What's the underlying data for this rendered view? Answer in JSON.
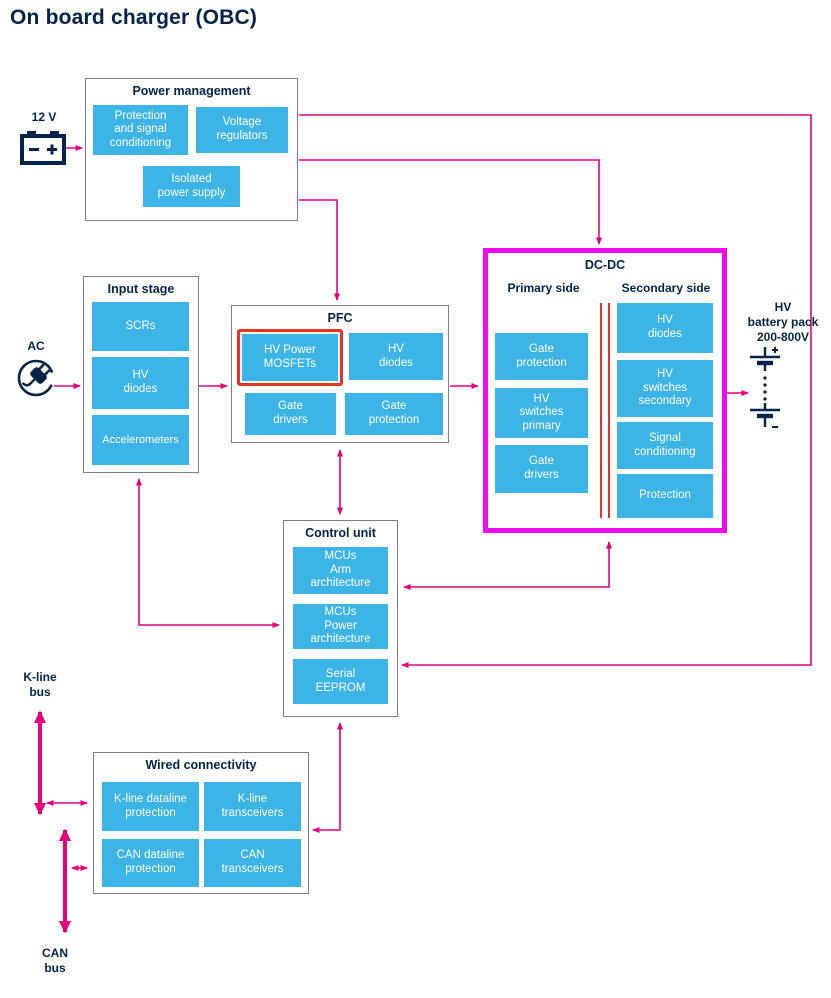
{
  "title": "On board charger (OBC)",
  "colors": {
    "navy": "#03234B",
    "chip_blue": "#3CB4E6",
    "arrow_pink": "#E6007E",
    "dcdc_magenta": "#EE0BEE",
    "highlight_red": "#E63323",
    "box_border_gray": "#7E7E86"
  },
  "externals": {
    "battery_12v": "12 V",
    "ac": "AC",
    "hv_battery": "HV\nbattery pack\n200-800V",
    "kline_bus": "K-line\nbus",
    "can_bus": "CAN\nbus"
  },
  "blocks": {
    "power_management": {
      "title": "Power management",
      "items": [
        {
          "label": "Protection\nand signal\nconditioning"
        },
        {
          "label": "Voltage\nregulators"
        },
        {
          "label": "Isolated\npower supply"
        }
      ]
    },
    "input_stage": {
      "title": "Input stage",
      "items": [
        {
          "label": "SCRs"
        },
        {
          "label": "HV\ndiodes"
        },
        {
          "label": "Accelerometers"
        }
      ]
    },
    "pfc": {
      "title": "PFC",
      "items": [
        {
          "label": "HV Power\nMOSFETs",
          "highlighted": true
        },
        {
          "label": "HV\ndiodes"
        },
        {
          "label": "Gate\ndrivers"
        },
        {
          "label": "Gate\nprotection"
        }
      ]
    },
    "dcdc": {
      "title": "DC-DC",
      "primary": {
        "title": "Primary side",
        "items": [
          {
            "label": "Gate\nprotection"
          },
          {
            "label": "HV\nswitches\nprimary"
          },
          {
            "label": "Gate\ndrivers"
          }
        ]
      },
      "secondary": {
        "title": "Secondary side",
        "items": [
          {
            "label": "HV\ndiodes"
          },
          {
            "label": "HV\nswitches\nsecondary"
          },
          {
            "label": "Signal\nconditioning"
          },
          {
            "label": "Protection"
          }
        ]
      }
    },
    "control_unit": {
      "title": "Control unit",
      "items": [
        {
          "label": "MCUs\nArm\narchitecture"
        },
        {
          "label": "MCUs\nPower\narchitecture"
        },
        {
          "label": "Serial\nEEPROM"
        }
      ]
    },
    "wired_connectivity": {
      "title": "Wired connectivity",
      "items": [
        {
          "label": "K-line dataline\nprotection"
        },
        {
          "label": "K-line\ntransceivers"
        },
        {
          "label": "CAN dataline\nprotection"
        },
        {
          "label": "CAN\ntransceivers"
        }
      ]
    }
  }
}
